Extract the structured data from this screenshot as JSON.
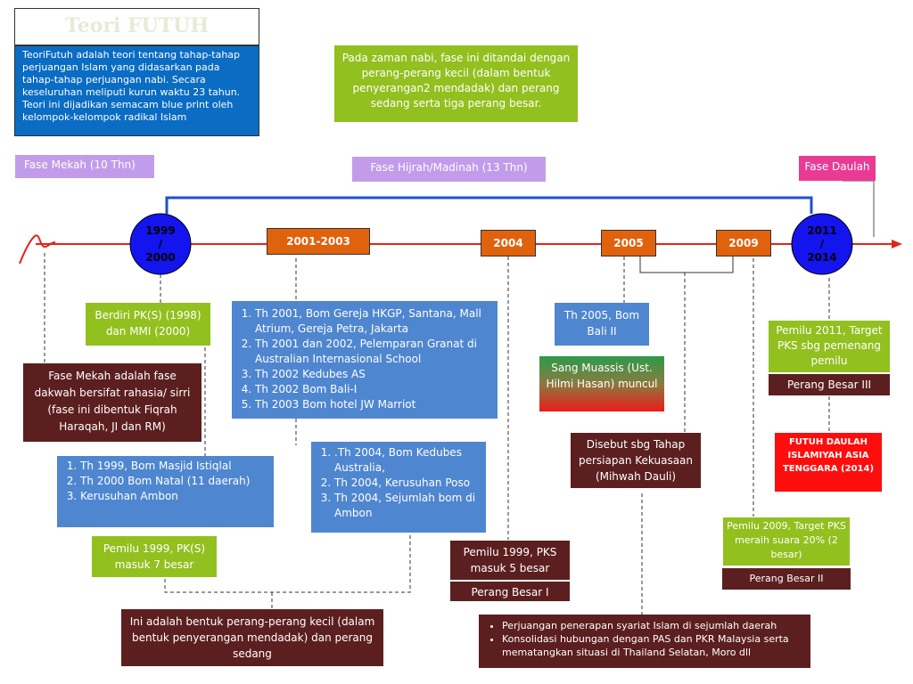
{
  "title": "Teori FUTUH",
  "intro": "TeoriFutuh adalah teori tentang tahap-tahap perjuangan Islam yang didasarkan pada tahap-tahap perjuangan nabi. Secara keseluruhan meliputi kurun waktu 23 tahun. Teori ini dijadikan semacam blue print oleh kelompok-kelompok radikal Islam",
  "zaman_nabi": "Pada zaman nabi, fase ini ditandai dengan perang-perang kecil (dalam bentuk penyerangan2 mendadak) dan perang sedang serta tiga perang besar.",
  "phases": {
    "mekah": "Fase Mekah (10 Thn)",
    "madinah": "Fase Hijrah/Madinah (13 Thn)",
    "daulah": "Fase Daulah"
  },
  "timeline": {
    "c1999": [
      "1999",
      "/",
      "2000"
    ],
    "y2001": "2001-2003",
    "y2004": "2004",
    "y2005": "2005",
    "y2009": "2009",
    "c2011": [
      "2011",
      "/",
      "2014"
    ]
  },
  "boxes": {
    "berdiri": "Berdiri PK(S) (1998) dan MMI (2000)",
    "fase_mekah_desc": "Fase Mekah adalah fase dakwah bersifat rahasia/ sirri (fase ini dibentuk Fiqrah Haraqah, JI dan RM)",
    "events_1999": [
      "Th 1999, Bom Masjid Istiqlal",
      "Th 2000 Bom Natal (11 daerah)",
      "Kerusuhan Ambon"
    ],
    "pemilu_1999_pks7": "Pemilu 1999, PK(S) masuk 7 besar",
    "events_2001": [
      "Th 2001, Bom Gereja HKGP, Santana, Mall Atrium, Gereja Petra, Jakarta",
      "Th 2001 dan 2002,  Pelemparan Granat di Australian Internasional School",
      "Th 2002 Kedubes AS",
      "Th 2002 Bom Bali-I",
      "Th 2003 Bom hotel JW Marriot"
    ],
    "events_2004": [
      ".Th 2004, Bom Kedubes Australia,",
      "Th 2004, Kerusuhan Poso",
      "Th 2004, Sejumlah bom di Ambon"
    ],
    "perang_kecil": "Ini adalah bentuk perang-perang kecil (dalam bentuk penyerangan mendadak) dan perang sedang",
    "pemilu_pks5": "Pemilu 1999, PKS masuk 5 besar",
    "perang_besar_1": "Perang Besar I",
    "bom_bali_2": "Th 2005, Bom Bali II",
    "sang_muassis": "Sang Muassis (Ust. Hilmi Hasan) muncul",
    "mihwah": "Disebut sbg Tahap persiapan Kekuasaan (Mihwah Dauli)",
    "bullets": [
      "Perjuangan penerapan syariat Islam di sejumlah daerah",
      "Konsolidasi hubungan dengan PAS dan PKR Malaysia serta mematangkan situasi di Thailand Selatan, Moro dll"
    ],
    "pemilu_2009": "Pemilu 2009, Target PKS meraih suara 20% (2 besar)",
    "perang_besar_2": "Perang Besar II",
    "pemilu_2011": "Pemilu 2011, Target PKS sbg pemenang pemilu",
    "perang_besar_3": "Perang Besar III",
    "futuh_daulah": "FUTUH DAULAH ISLAMIYAH ASIA TENGGARA (2014)"
  },
  "colors": {
    "timeline_red": "#e0261a",
    "bracket_blue": "#1f4fd0",
    "circle_blue": "#1414ee",
    "orange": "#e0620d",
    "green": "#92c01f",
    "maroon": "#5c1f1f",
    "lavender": "#c29cea",
    "pink": "#ea3b94",
    "red": "#ff0d0d"
  }
}
